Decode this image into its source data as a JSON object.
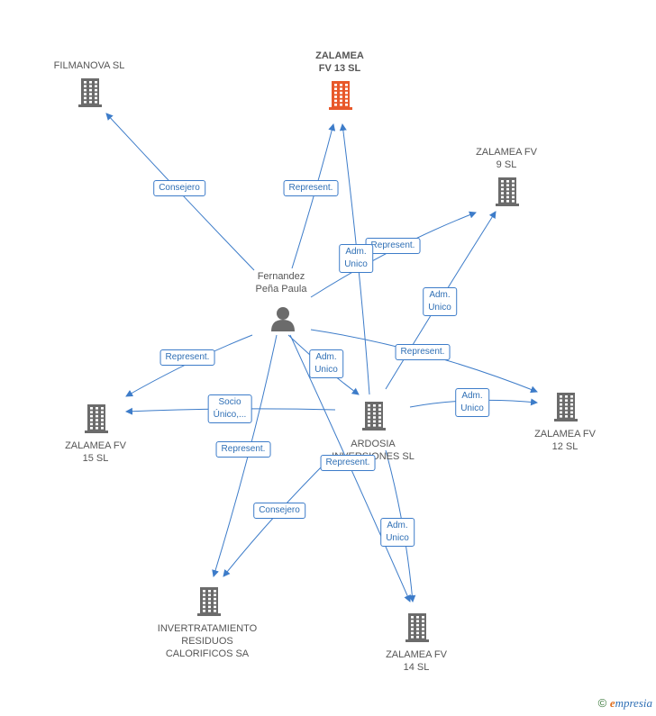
{
  "colors": {
    "edge": "#3d7cc9",
    "building": "#6b6b6b",
    "building_focus": "#e8582a",
    "person": "#6b6b6b"
  },
  "nodes": {
    "zalamea13": {
      "lines": [
        "ZALAMEA",
        "FV 13 SL"
      ],
      "icon": "building-icon",
      "focus": true
    },
    "filmanova": {
      "lines": [
        "FILMANOVA SL"
      ],
      "icon": "building-icon"
    },
    "zalamea9": {
      "lines": [
        "ZALAMEA FV",
        "9 SL"
      ],
      "icon": "building-icon"
    },
    "fernandez": {
      "lines": [
        "Fernandez",
        "Peña Paula"
      ],
      "icon": "person-icon"
    },
    "zalamea15": {
      "lines": [
        "ZALAMEA FV",
        "15 SL"
      ],
      "icon": "building-icon"
    },
    "ardosia": {
      "lines": [
        "ARDOSIA",
        "INVERSIONES SL"
      ],
      "icon": "building-icon"
    },
    "zalamea12": {
      "lines": [
        "ZALAMEA FV",
        "12 SL"
      ],
      "icon": "building-icon"
    },
    "invertratamiento": {
      "lines": [
        "INVERTRATAMIENTO",
        "RESIDUOS",
        "CALORIFICOS SA"
      ],
      "icon": "building-icon"
    },
    "zalamea14": {
      "lines": [
        "ZALAMEA FV",
        "14 SL"
      ],
      "icon": "building-icon"
    }
  },
  "edges": [
    {
      "lines": [
        "Consejero"
      ]
    },
    {
      "lines": [
        "Represent."
      ]
    },
    {
      "lines": [
        "Represent."
      ]
    },
    {
      "lines": [
        "Adm.",
        "Unico"
      ]
    },
    {
      "lines": [
        "Adm.",
        "Unico"
      ]
    },
    {
      "lines": [
        "Represent."
      ]
    },
    {
      "lines": [
        "Adm.",
        "Unico"
      ]
    },
    {
      "lines": [
        "Represent."
      ]
    },
    {
      "lines": [
        "Socio",
        "Único,..."
      ]
    },
    {
      "lines": [
        "Adm.",
        "Unico"
      ]
    },
    {
      "lines": [
        "Represent."
      ]
    },
    {
      "lines": [
        "Represent."
      ]
    },
    {
      "lines": [
        "Consejero"
      ]
    },
    {
      "lines": [
        "Adm.",
        "Unico"
      ]
    }
  ],
  "footer": {
    "copyright": "©",
    "brand_initial": "e",
    "brand_rest": "mpresia"
  }
}
